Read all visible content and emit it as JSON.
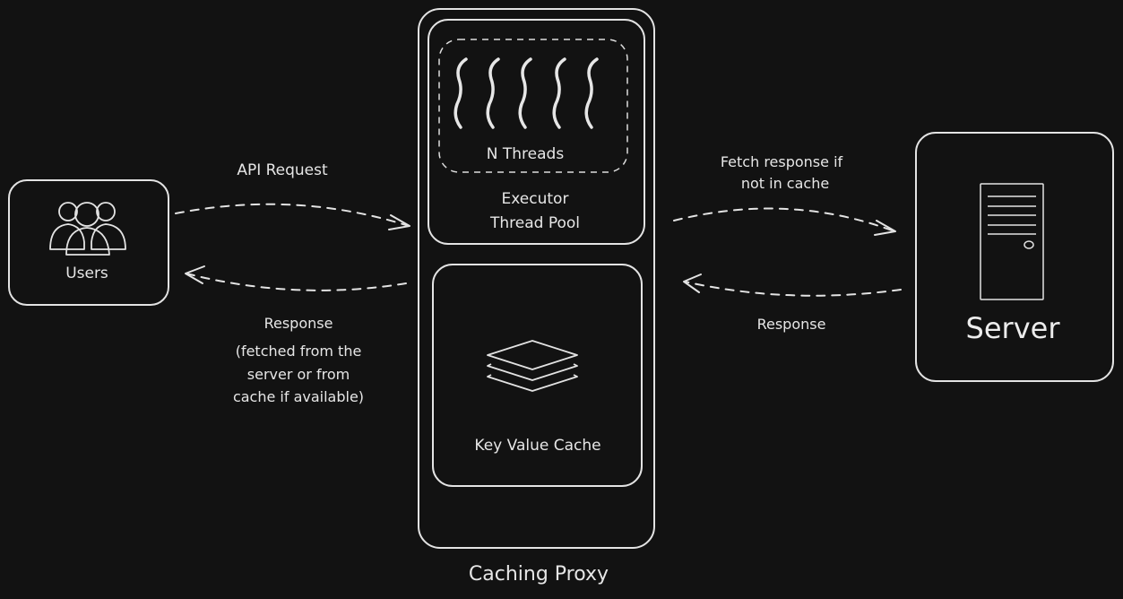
{
  "nodes": {
    "users": {
      "label": "Users",
      "icon": "users-group-icon"
    },
    "caching_proxy": {
      "label": "Caching Proxy"
    },
    "executor": {
      "line1": "Executor",
      "line2": "Thread Pool",
      "threads_label": "N Threads",
      "icon": "threads-icon"
    },
    "cache": {
      "label": "Key Value Cache",
      "icon": "layers-icon"
    },
    "server": {
      "label": "Server",
      "icon": "server-tower-icon"
    }
  },
  "edges": {
    "api_request": {
      "label": "API Request"
    },
    "response_to_users": {
      "lines": [
        "Response",
        "(fetched from the",
        "server or from",
        "cache if available)"
      ]
    },
    "fetch_response": {
      "lines": [
        "Fetch response if",
        "not in cache"
      ]
    },
    "response_from_server": {
      "label": "Response"
    }
  },
  "colors": {
    "background": "#121212",
    "stroke": "#e3e3e3",
    "text": "#e6e6e6"
  }
}
